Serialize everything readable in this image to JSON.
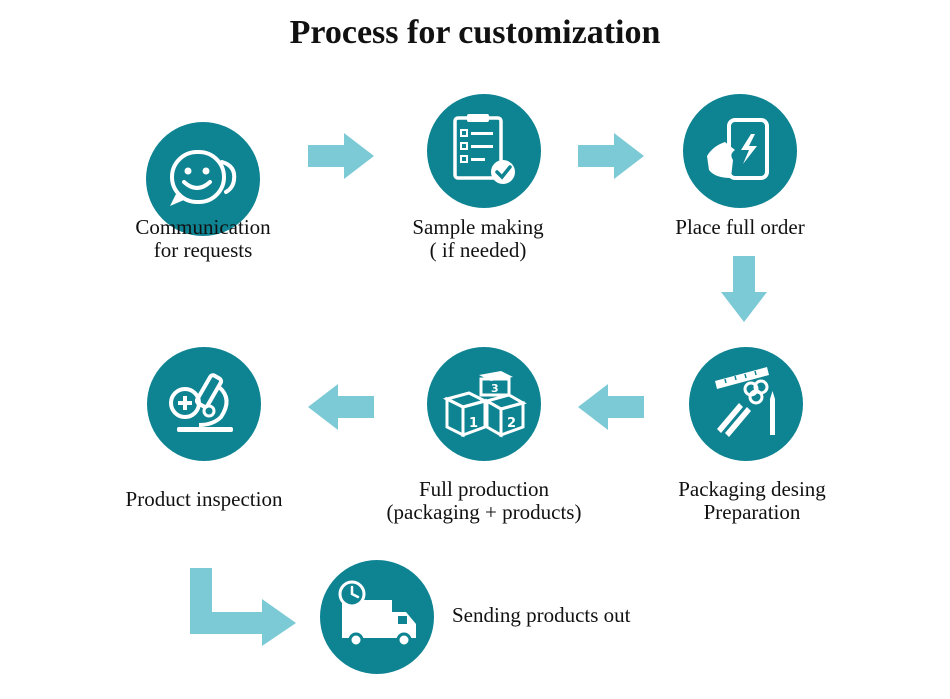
{
  "title": "Process for customization",
  "colors": {
    "circle": "#0e8392",
    "arrow": "#7ccad6",
    "icon": "#ffffff"
  },
  "steps": [
    {
      "icon": "smiley-chat-icon",
      "line1": "Communication",
      "line2": "for requests"
    },
    {
      "icon": "clipboard-checklist-icon",
      "line1": "Sample making",
      "line2": "( if needed)"
    },
    {
      "icon": "hand-phone-icon",
      "line1": "Place full order",
      "line2": ""
    },
    {
      "icon": "ruler-pencil-tools-icon",
      "line1": "Packaging desing",
      "line2": "Preparation"
    },
    {
      "icon": "numbered-boxes-icon",
      "line1": "Full production",
      "line2": "(packaging + products)"
    },
    {
      "icon": "microscope-icon",
      "line1": "Product inspection",
      "line2": ""
    },
    {
      "icon": "delivery-truck-clock-icon",
      "line1": "Sending products out",
      "line2": ""
    }
  ]
}
